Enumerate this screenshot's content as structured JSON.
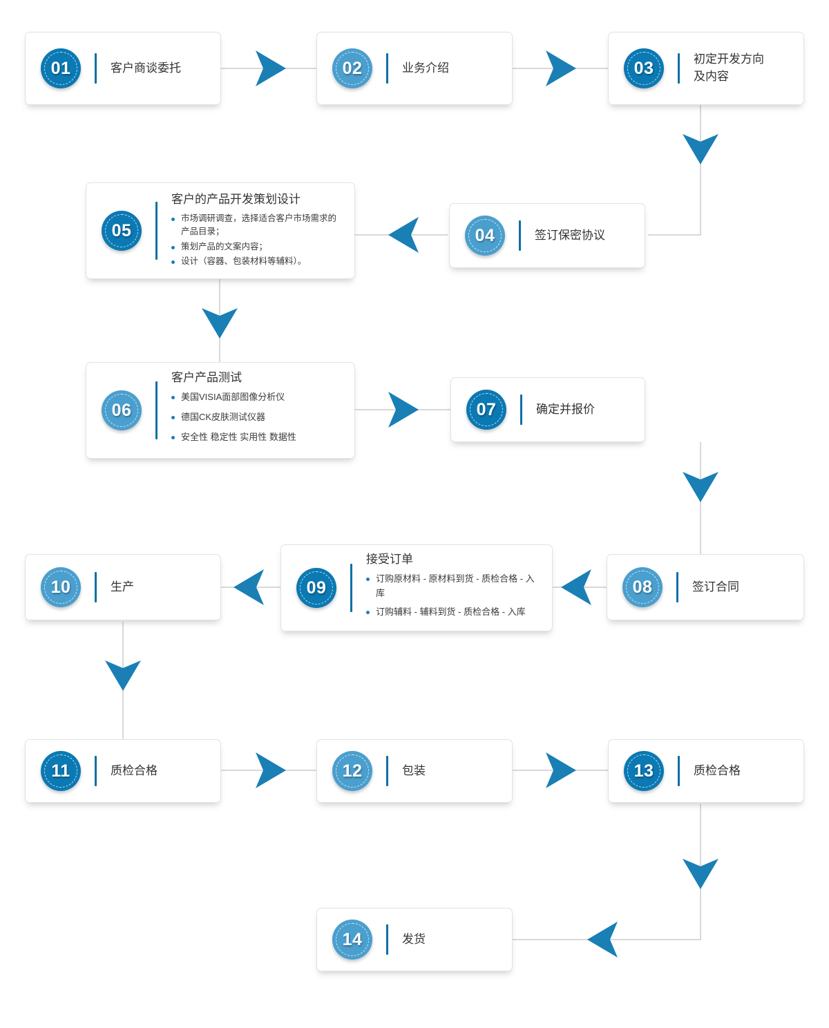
{
  "diagram": {
    "type": "flowchart",
    "title": "",
    "colors": {
      "badge_dark": "#0b79b3",
      "badge_light": "#4a9fce",
      "divider": "#0b6fa4",
      "arrow": "#1a7fb5",
      "line": "#d8d8d8",
      "card_bg": "#ffffff",
      "card_border": "#e2e2e2",
      "text": "#333333"
    }
  },
  "steps": [
    {
      "num": "01",
      "label": "客户商谈委托",
      "bullets": []
    },
    {
      "num": "02",
      "label": "业务介绍",
      "bullets": []
    },
    {
      "num": "03",
      "label": "初定开发方向\n及内容",
      "bullets": []
    },
    {
      "num": "04",
      "label": "签订保密协议",
      "bullets": []
    },
    {
      "num": "05",
      "label": "客户的产品开发策划设计",
      "bullets": [
        "市场调研调查，选择适合客户市场需求的产品目录；",
        "策划产品的文案内容；",
        "设计（容器、包装材料等辅料）。"
      ]
    },
    {
      "num": "06",
      "label": "客户产品测试",
      "bullets": [
        "美国VISIA面部图像分析仪",
        "德国CK皮肤测试仪器",
        "安全性  稳定性 实用性  数据性"
      ]
    },
    {
      "num": "07",
      "label": "确定并报价",
      "bullets": []
    },
    {
      "num": "08",
      "label": "签订合同",
      "bullets": []
    },
    {
      "num": "09",
      "label": "接受订单",
      "bullets": [
        "订购原材料 - 原材料到货 - 质检合格 - 入库",
        "订购辅料 - 辅料到货 - 质检合格 - 入库"
      ]
    },
    {
      "num": "10",
      "label": "生产",
      "bullets": []
    },
    {
      "num": "11",
      "label": "质检合格",
      "bullets": []
    },
    {
      "num": "12",
      "label": "包装",
      "bullets": []
    },
    {
      "num": "13",
      "label": "质检合格",
      "bullets": []
    },
    {
      "num": "14",
      "label": "发货",
      "bullets": []
    }
  ]
}
